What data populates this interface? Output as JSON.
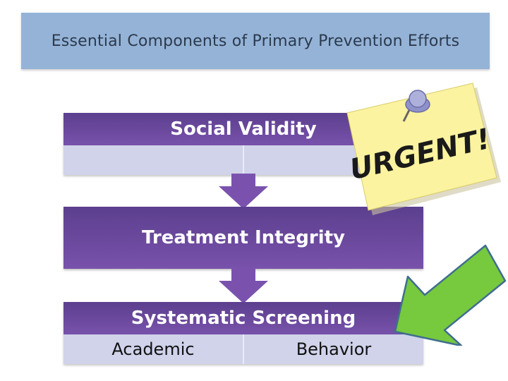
{
  "title": "Essential Components of Primary Prevention Efforts",
  "levels": [
    {
      "label": "Social Validity",
      "cells": [
        "",
        ""
      ]
    },
    {
      "label": "Treatment Integrity"
    },
    {
      "label": "Systematic Screening",
      "cells": [
        "Academic",
        "Behavior"
      ]
    }
  ],
  "note": {
    "text": "URGENT!"
  },
  "colors": {
    "title_bar": "#95b3d7",
    "band": "#6a4a9d",
    "cell": "#d0d3ea",
    "note": "#fbf3a0",
    "pin": "#9a9ccf",
    "green_arrow": "#77c93d"
  },
  "icons": [
    "urgent-sticky-note-icon",
    "push-pin-icon",
    "green-pointer-arrow-icon",
    "down-arrow-icon"
  ]
}
